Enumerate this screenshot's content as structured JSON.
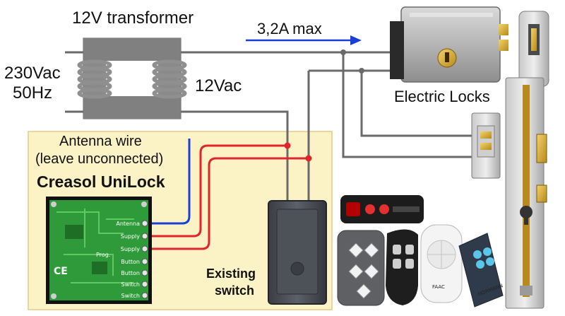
{
  "labels": {
    "transformer": "12V transformer",
    "current": "3,2A max",
    "mains_voltage": "230Vac",
    "mains_freq": "50Hz",
    "secondary": "12Vac",
    "locks": "Electric Locks",
    "antenna_line1": "Antenna wire",
    "antenna_line2": "(leave unconnected)",
    "product": "Creasol UniLock",
    "switch_line1": "Existing",
    "switch_line2": "switch"
  },
  "pcb_pins": [
    "Antenna",
    "Supply",
    "Supply",
    "Button",
    "Button",
    "Switch",
    "Switch"
  ],
  "pcb_marks": [
    "CE",
    "Prog."
  ],
  "remote_logos": [
    "FAAC",
    "HORMANN"
  ],
  "colors": {
    "panel_fill": "#fbf3c6",
    "panel_border": "#e8c985",
    "wire_gray": "#6a6a6a",
    "wire_red": "#e3242b",
    "wire_blue": "#1a3fd6",
    "arrow_blue": "#1a3fd6",
    "pcb_green": "#2f9a3a",
    "core_gray": "#7b7b7b",
    "coil": "#9a9a9a"
  },
  "icons": [
    "transformer-icon",
    "electric-lock-icon",
    "strike-lock-icon",
    "mortise-lock-icon",
    "pcb-board-icon",
    "wall-switch-icon",
    "remote-control-icon"
  ]
}
